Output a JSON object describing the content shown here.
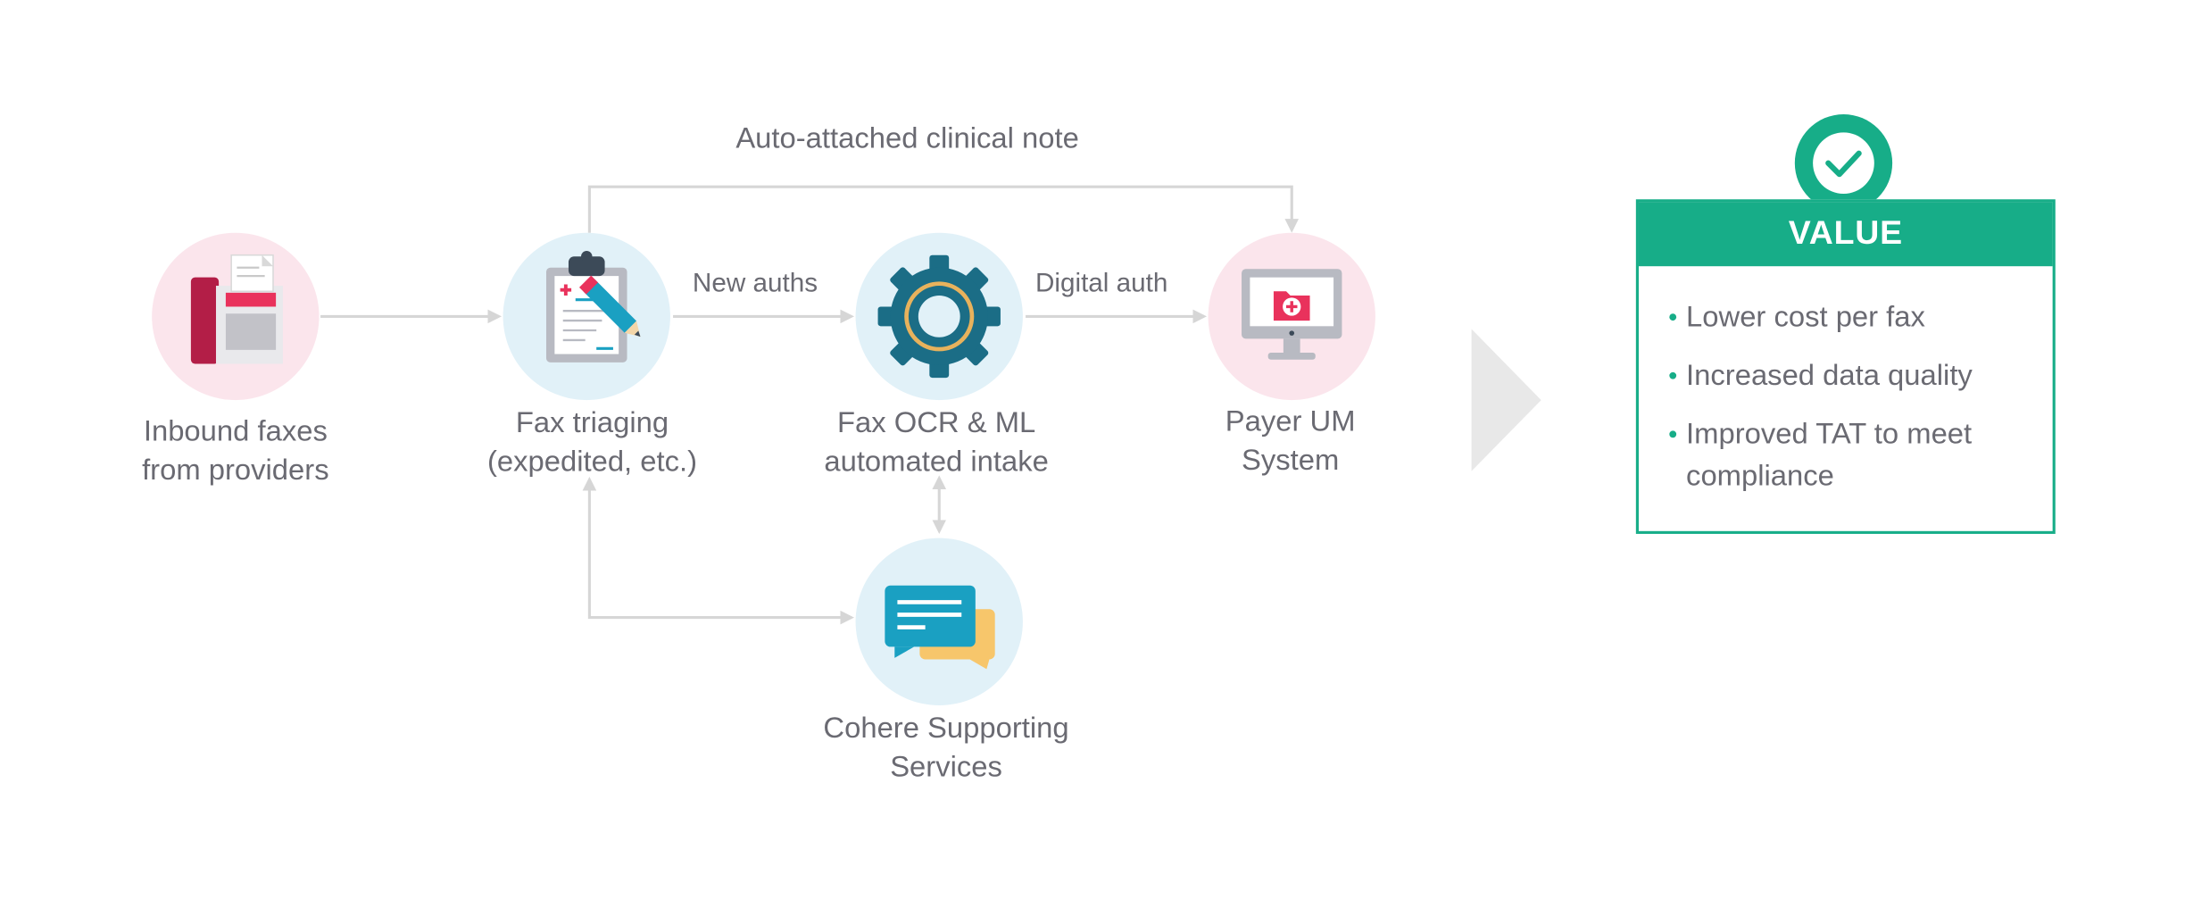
{
  "diagram": {
    "nodes": {
      "inbound": {
        "label": "Inbound faxes\nfrom providers"
      },
      "triage": {
        "label": "Fax triaging\n(expedited, etc.)"
      },
      "ocr": {
        "label": "Fax OCR & ML\nautomated intake"
      },
      "payer": {
        "label": "Payer UM\nSystem"
      },
      "services": {
        "label": "Cohere Supporting\nServices"
      }
    },
    "edges": {
      "auto_attached": "Auto-attached clinical note",
      "new_auths": "New auths",
      "digital_auth": "Digital auth"
    }
  },
  "value_card": {
    "title": "VALUE",
    "items": [
      "Lower cost per fax",
      "Increased data quality",
      "Improved TAT to meet\ncompliance"
    ]
  },
  "colors": {
    "accent": "#17ad88",
    "pink_circle": "#fbe5ec",
    "blue_circle": "#e1f1f8",
    "arrow": "#d6d6d6",
    "text": "#6a6a72"
  }
}
